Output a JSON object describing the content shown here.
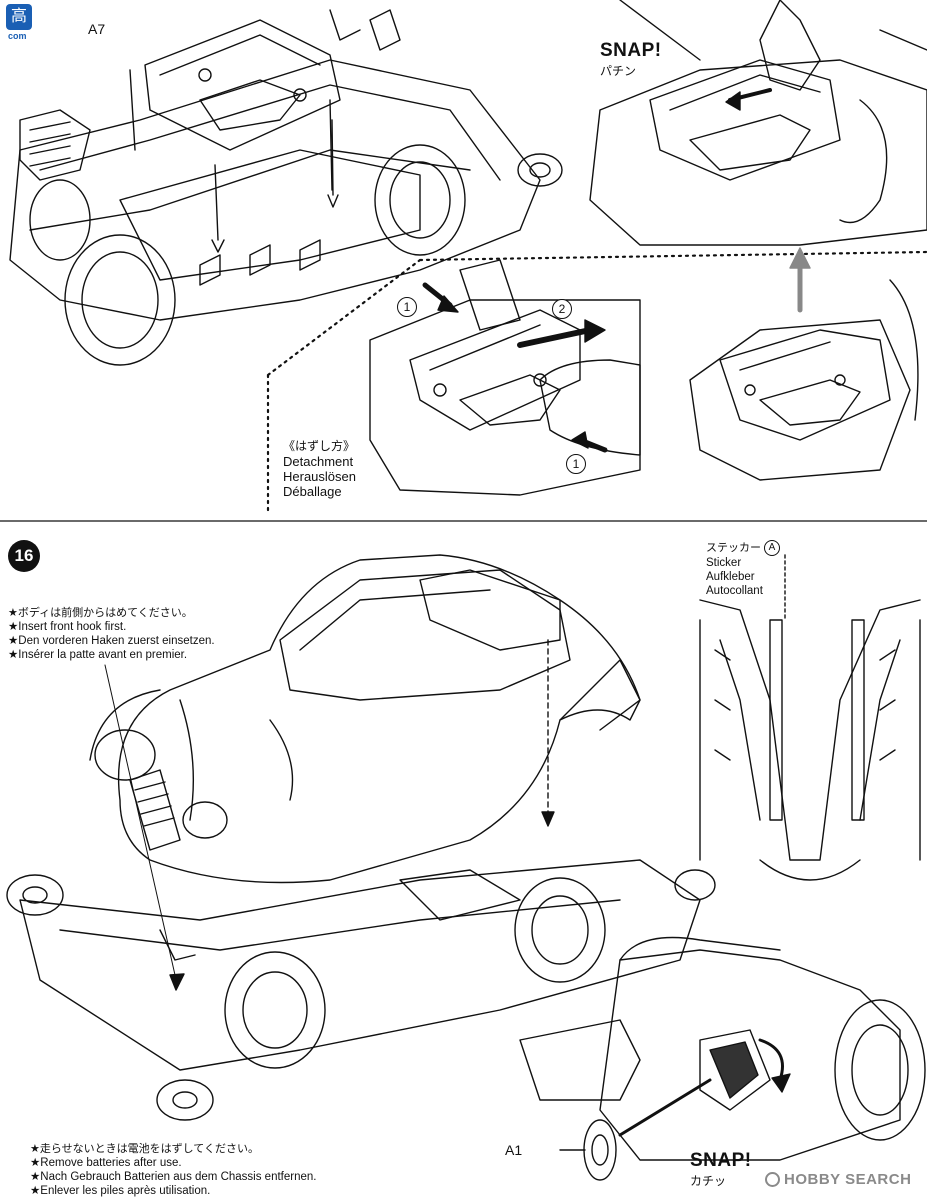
{
  "watermark_top": {
    "text": "com",
    "mark": "高"
  },
  "watermark_bottom": {
    "brand": "HOBBY SEARCH"
  },
  "step15": {
    "part_label": "A7",
    "snap_top": {
      "en": "SNAP!",
      "jp": "パチン"
    },
    "detach": {
      "jp": "《はずし方》",
      "en": "Detachment",
      "de": "Herauslösen",
      "fr": "Déballage",
      "callouts": [
        "1",
        "2",
        "1"
      ]
    }
  },
  "step16": {
    "step_number": "16",
    "notes_top": [
      "★ボディは前側からはめてください。",
      "★Insert front hook first.",
      "★Den vorderen Haken zuerst einsetzen.",
      "★Insérer la patte avant en premier."
    ],
    "sticker": {
      "jp": "ステッカー",
      "letter": "A",
      "en": "Sticker",
      "de": "Aufkleber",
      "fr": "Autocollant"
    },
    "notes_bottom": [
      "★走らせないときは電池をはずしてください。",
      "★Remove batteries after use.",
      "★Nach Gebrauch Batterien aus dem Chassis entfernen.",
      "★Enlever les piles après utilisation."
    ],
    "part_label": "A1",
    "snap_bottom": {
      "en": "SNAP!",
      "jp": "カチッ"
    }
  }
}
